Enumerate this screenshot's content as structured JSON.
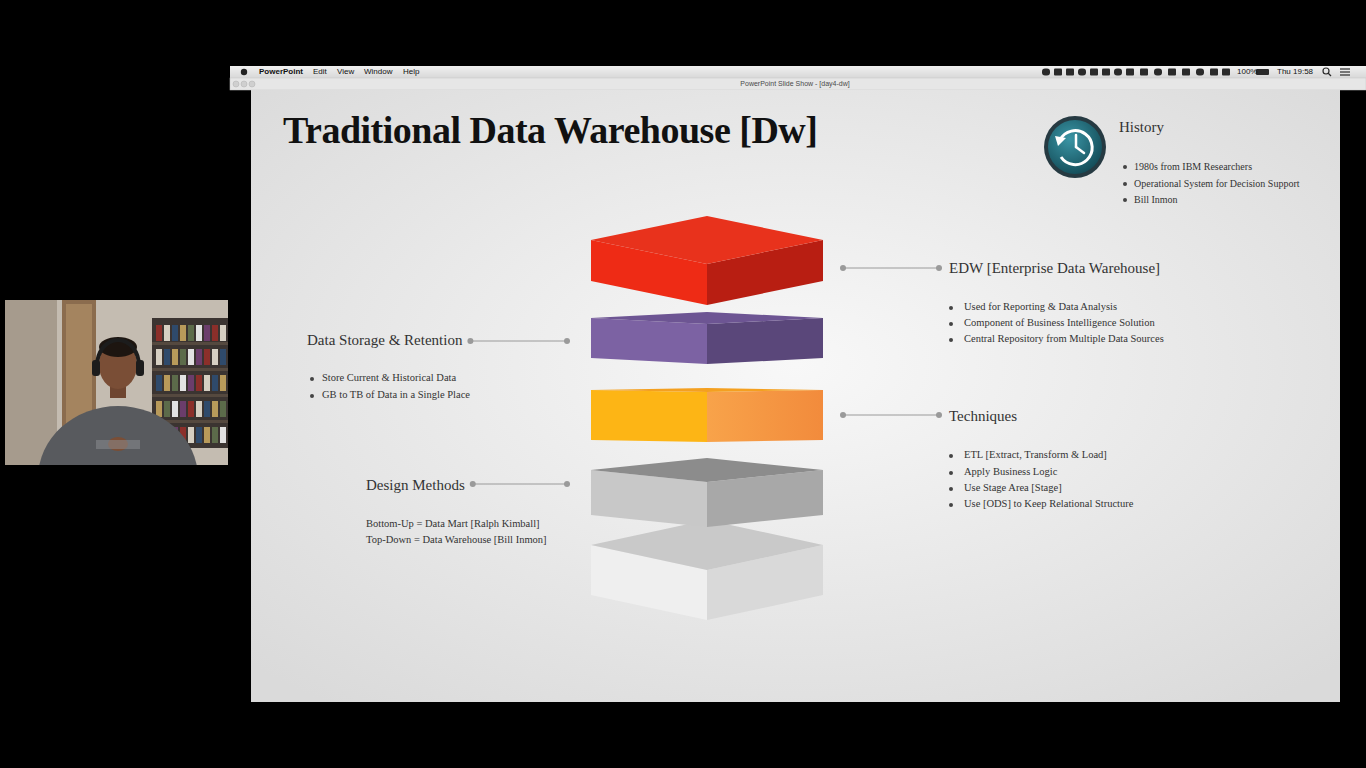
{
  "diagram": {
    "title": "Traditional Data Warehouse [Dw]",
    "labels": [
      "PowerPoint",
      "Edit",
      "View",
      "Window",
      "Help",
      "100%",
      "Thu 19:58",
      "PowerPoint Slide Show - [day4-dw]",
      "History",
      "1980s from IBM Researchers",
      "Operational System for Decision Support",
      "Bill Inmon",
      "EDW [Enterprise Data Warehouse]",
      "Used for Reporting & Data Analysis",
      "Component of Business Intelligence Solution",
      "Central Repository from Multiple Data Sources",
      "Data Storage & Retention",
      "Store Current & Historical Data",
      "GB to TB of Data in a Single Place",
      "Techniques",
      "ETL [Extract, Transform & Load]",
      "Apply Business Logic",
      "Use Stage Area [Stage]",
      "Use [ODS] to Keep Relational Structure",
      "Design Methods",
      "Bottom-Up = Data Mart [Ralph Kimball]",
      "Top-Down = Data Warehouse [Bill Inmon]"
    ]
  }
}
